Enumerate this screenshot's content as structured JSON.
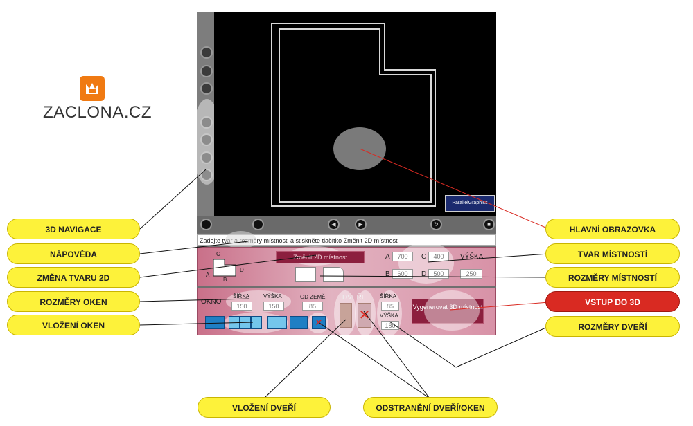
{
  "logo": {
    "text": "ZACLONA.CZ",
    "mark_color": "#f07a12"
  },
  "viewport": {
    "brand": "ParallelGraphics"
  },
  "help": {
    "text": "Zadejte tvar a rozměry místnosti a stiskněte tlačítko Změnit 2D místnost"
  },
  "room_panel": {
    "change_button": "Změnit 2D místnost",
    "shape_letters": [
      "A",
      "B",
      "C",
      "D"
    ],
    "label_a": "A",
    "value_a": "700",
    "label_c": "C",
    "value_c": "400",
    "label_b": "B",
    "value_b": "600",
    "label_d": "D",
    "value_d": "500",
    "height_label": "VÝŠKA",
    "height_value": "250"
  },
  "window_panel": {
    "okno_label": "OKNO",
    "width_label": "ŠÍŘKA",
    "width_value": "150",
    "height_label": "VÝŠKA",
    "height_value": "150",
    "from_floor_label": "OD ZEMĚ",
    "from_floor_value": "85",
    "doors_label": "DVEŘE",
    "door_width_label": "ŠÍŘKA",
    "door_width_value": "85",
    "door_height_label": "VÝŠKA",
    "door_height_value": "180",
    "generate_button": "Vygenerovat 3D místnost"
  },
  "callouts": {
    "nav3d": "3D NAVIGACE",
    "help": "NÁPOVĚDA",
    "shape2d": "ZMĚNA TVARU 2D",
    "window_dims": "ROZMĚRY OKEN",
    "window_insert": "VLOŽENÍ OKEN",
    "main_screen": "HLAVNÍ OBRAZOVKA",
    "room_shape": "TVAR MÍSTNOSTÍ",
    "room_dims": "ROZMĚRY MÍSTNOSTÍ",
    "enter3d": "VSTUP DO 3D",
    "door_dims": "ROZMĚRY DVEŘÍ",
    "door_insert": "VLOŽENÍ DVEŘÍ",
    "remove": "ODSTRANĚNÍ DVEŘÍ/OKEN"
  },
  "colors": {
    "callout": "#fdf23a",
    "callout_alert": "#d92a22",
    "panel": "#d892a7",
    "button": "#8c1f3e"
  }
}
